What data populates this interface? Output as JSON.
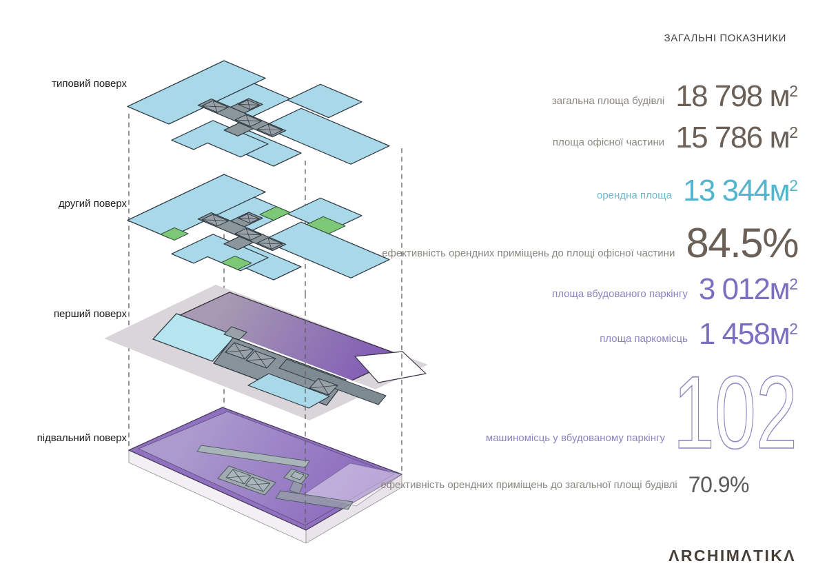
{
  "title": "ЗАГАЛЬНІ ПОКАЗНИКИ",
  "floor_labels": [
    "типовий поверх",
    "другий поверх",
    "перший поверх",
    "підвальний поверх"
  ],
  "stats": [
    {
      "label": "загальна площа будівлі",
      "num": "18 798",
      "unit": " м",
      "sup": "2"
    },
    {
      "label": "площа офісної частини",
      "num": "15 786",
      "unit": " м",
      "sup": "2"
    },
    {
      "label": "орендна площа",
      "num": "13 344",
      "unit": "м",
      "sup": "2"
    },
    {
      "label": "ефективність орендних приміщень до площі офісної частини",
      "num": "84.5%",
      "unit": "",
      "sup": ""
    },
    {
      "label": "площа вбудованого паркінгу",
      "num": "3 012",
      "unit": "м",
      "sup": "2"
    },
    {
      "label": "площа паркомісць",
      "num": "1 458",
      "unit": "м",
      "sup": "2"
    },
    {
      "label": "машиномісць у вбудованому паркінгу",
      "num": "102",
      "unit": "",
      "sup": ""
    },
    {
      "label": "ефективність орендних приміщень до загальної площі будівлі",
      "num": "70.9%",
      "unit": "",
      "sup": ""
    }
  ],
  "logo": "ΛRCHIMΛTIKΛ",
  "colors": {
    "office_plate": "#a9d8e8",
    "office_plate_stroke": "#323e48",
    "green": "#7dc877",
    "green_stroke": "#2f4a33",
    "core_gray": "#8b959c",
    "core_box": "#98a1a8",
    "core_stroke": "#2f3940",
    "slab_gray": "#d9d5d8",
    "parking_light": "#a79ab2",
    "parking_deep": "#7e57b6",
    "first_cyan": "#b6e4ef",
    "first_gray": "#88929a",
    "basement_light": "#ab9acd",
    "basement_deep": "#8a68bd",
    "basement_rim": "#8f71bf",
    "basement_side": "#f2f0f2",
    "accent_teal": "#52b5cd",
    "accent_purple": "#7a6fc1",
    "value_gray": "#6a6057",
    "label_gray": "#8b8781",
    "outline_number": "#8c86c2",
    "dash_line": "#5f5f5f"
  }
}
